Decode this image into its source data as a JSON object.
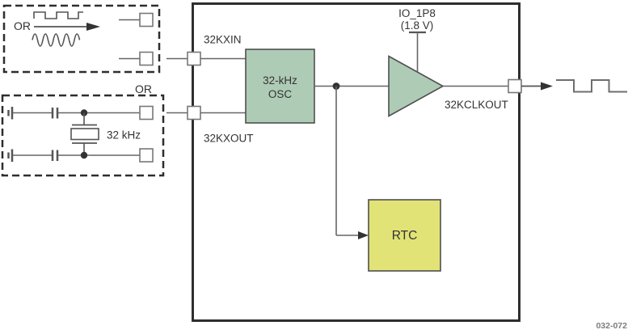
{
  "figure_label": "032-072",
  "colors": {
    "block_green": "#aecbb6",
    "block_yellow": "#e2e376",
    "outline_dark": "#2e2e2e",
    "wire_gray": "#666666",
    "text": "#333333"
  },
  "external_sources": {
    "clock_box": {
      "or_label": "OR"
    },
    "between_or_label": "OR",
    "crystal_box": {
      "frequency_label": "32 kHz"
    }
  },
  "chip": {
    "pins": {
      "kxin": "32KXIN",
      "kxout": "32KXOUT",
      "kclkout": "32KCLKOUT"
    },
    "osc": {
      "line1": "32-kHz",
      "line2": "OSC"
    },
    "rtc": {
      "label": "RTC"
    },
    "supply": {
      "name": "IO_1P8",
      "voltage": "(1.8 V)"
    }
  }
}
